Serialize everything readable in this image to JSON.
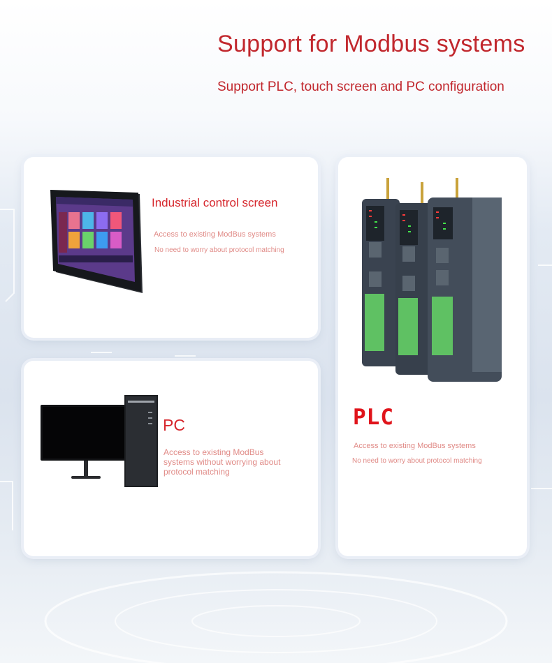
{
  "header": {
    "title": "Support for Modbus systems",
    "subtitle": "Support PLC, touch screen and PC configuration"
  },
  "cards": {
    "screen": {
      "title": "Industrial control screen",
      "line1": "Access to existing ModBus systems",
      "line2": "No need to worry about protocol matching",
      "image": "touch-panel-icon"
    },
    "pc": {
      "title": "PC",
      "text": "Access to existing ModBus systems without worrying about protocol matching",
      "image": "desktop-pc-icon"
    },
    "plc": {
      "title": "PLC",
      "line1": "Access to existing ModBus systems",
      "line2": "No need to worry about protocol matching",
      "image": "plc-module-icon"
    }
  },
  "colors": {
    "accent": "#c1272d",
    "heading_red": "#d6262c",
    "plc_red": "#e0141b",
    "muted_text": "#e08a86",
    "terminal_green": "#5fc163"
  }
}
